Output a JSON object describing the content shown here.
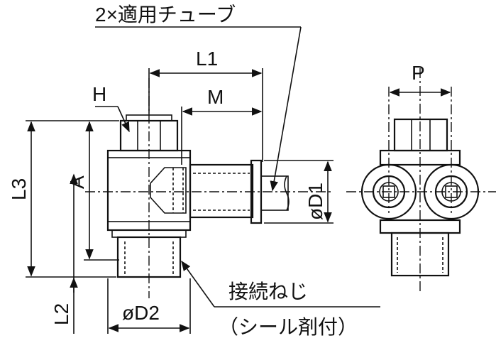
{
  "labels": {
    "tube": "2×適用チューブ",
    "L1": "L1",
    "M": "M",
    "H": "H",
    "L3": "L3",
    "A": "A",
    "D1": "øD1",
    "L2": "L2",
    "D2": "øD2",
    "thread": "接続ねじ",
    "seal": "（シール剤付）",
    "P": "P"
  },
  "colors": {
    "body": "#c9c9c9",
    "dark": "#8e8e8e",
    "light": "#eeeeee",
    "line": "#111111"
  }
}
